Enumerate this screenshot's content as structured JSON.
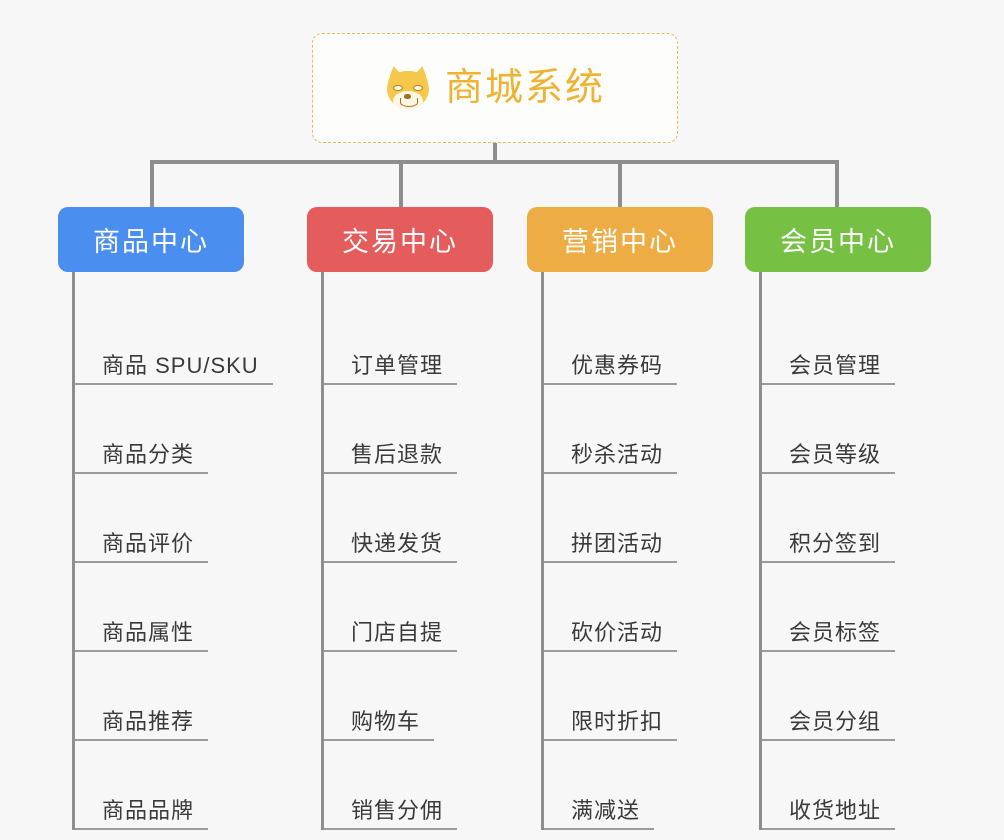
{
  "root": {
    "icon": "shiba-dog-icon",
    "label": "商城系统",
    "border_color": "#e8b95e",
    "text_color": "#f0b232"
  },
  "connector_color": "#8e8e8e",
  "background_color": "#f7f7f7",
  "columns": [
    {
      "id": "product-center",
      "title": "商品中心",
      "color": "#4a8ef0",
      "items": [
        "商品 SPU/SKU",
        "商品分类",
        "商品评价",
        "商品属性",
        "商品推荐",
        "商品品牌"
      ]
    },
    {
      "id": "trade-center",
      "title": "交易中心",
      "color": "#e55c5c",
      "items": [
        "订单管理",
        "售后退款",
        "快递发货",
        "门店自提",
        "购物车",
        "销售分佣"
      ]
    },
    {
      "id": "marketing-center",
      "title": "营销中心",
      "color": "#eeac44",
      "items": [
        "优惠券码",
        "秒杀活动",
        "拼团活动",
        "砍价活动",
        "限时折扣",
        "满减送"
      ]
    },
    {
      "id": "member-center",
      "title": "会员中心",
      "color": "#76c043",
      "items": [
        "会员管理",
        "会员等级",
        "积分签到",
        "会员标签",
        "会员分组",
        "收货地址"
      ]
    }
  ]
}
